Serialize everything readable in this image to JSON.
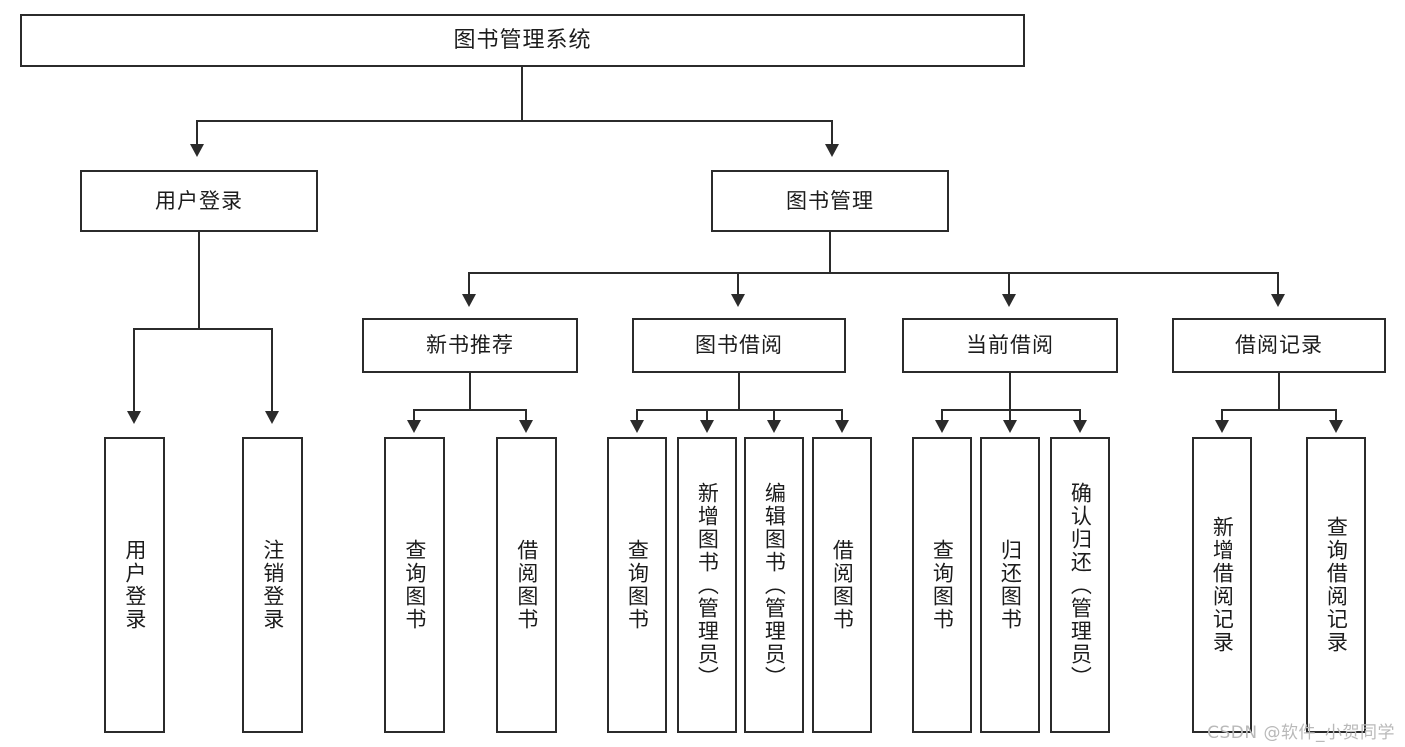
{
  "diagram": {
    "type": "tree",
    "title": "图书管理系统",
    "watermark": "CSDN @软件_小贺同学",
    "colors": {
      "stroke": "#2b2b2b",
      "fill": "#ffffff",
      "text": "#1c1c1c",
      "watermark": "#b9b9b9"
    },
    "nodes": {
      "root": {
        "label": "图书管理系统"
      },
      "level2": [
        {
          "label": "用户登录"
        },
        {
          "label": "图书管理"
        }
      ],
      "level3": [
        {
          "label": "新书推荐"
        },
        {
          "label": "图书借阅"
        },
        {
          "label": "当前借阅"
        },
        {
          "label": "借阅记录"
        }
      ],
      "leaves": {
        "user_login": [
          {
            "label": "用户登录"
          },
          {
            "label": "注销登录"
          }
        ],
        "new_book": [
          {
            "label": "查询图书"
          },
          {
            "label": "借阅图书"
          }
        ],
        "book_borrow": [
          {
            "label": "查询图书"
          },
          {
            "label": "新增图书（管理员）"
          },
          {
            "label": "编辑图书（管理员）"
          },
          {
            "label": "借阅图书"
          }
        ],
        "current_borrow": [
          {
            "label": "查询图书"
          },
          {
            "label": "归还图书"
          },
          {
            "label": "确认归还（管理员）"
          }
        ],
        "borrow_record": [
          {
            "label": "新增借阅记录"
          },
          {
            "label": "查询借阅记录"
          }
        ]
      }
    }
  }
}
